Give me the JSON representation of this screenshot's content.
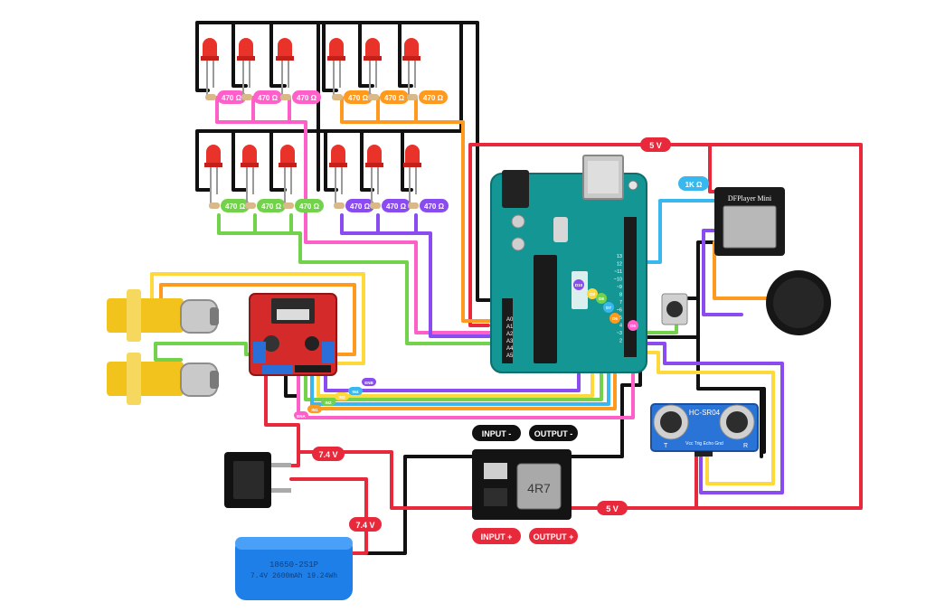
{
  "resistor_label": "470 Ω",
  "resistor_1k_label": "1K Ω",
  "rail_5v_label": "5 V",
  "rail_7v4_label": "7.4 V",
  "buck": {
    "input_minus": "INPUT -",
    "output_minus": "OUTPUT -",
    "input_plus": "INPUT +",
    "output_plus": "OUTPUT +",
    "inductor": "4R7"
  },
  "arduino": {
    "analog_pins": [
      "A0",
      "A1",
      "A2",
      "A3",
      "A4",
      "A5"
    ],
    "digital_pins": [
      "13",
      "12",
      "~11",
      "~10",
      "~9",
      "8",
      "7",
      "~6",
      "~5",
      "4",
      "~3",
      "2"
    ],
    "pwm_tags": [
      "D10",
      "D9",
      "D8",
      "D7",
      "D6",
      "D5"
    ]
  },
  "driver_tags": [
    "ENB",
    "IN4",
    "IN3",
    "IN2",
    "IN1",
    "ENA"
  ],
  "mp3_title": "DFPlayer Mini",
  "sonar": {
    "title": "HC-SR04",
    "pins": "Vcc Trig Echo Gnd",
    "tx": "T",
    "rx": "R"
  },
  "battery": {
    "line1": "18650-2S1P",
    "line2": "7.4V 2600mAh 19.24Wh"
  },
  "colors": {
    "black": "#111111",
    "red": "#e8293b",
    "pink": "#ff5fc9",
    "orange": "#ff9a1f",
    "green": "#73d24b",
    "purple": "#8a4cf0",
    "yellow": "#ffd93b",
    "cyan": "#39b8ef",
    "board": "#149695",
    "driver": "#d42a2a",
    "motor_yellow": "#f2c21d"
  }
}
